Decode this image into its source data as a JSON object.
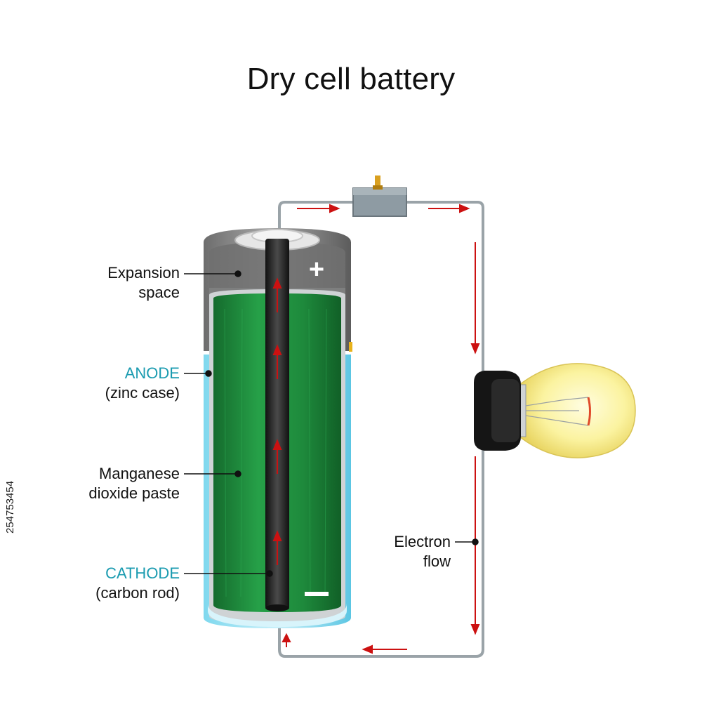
{
  "title": "Dry cell battery",
  "labels": {
    "expansion": {
      "line1": "Expansion",
      "line2": "space"
    },
    "anode": {
      "name": "ANODE",
      "detail": "(zinc case)"
    },
    "paste": {
      "line1": "Manganese",
      "line2": "dioxide paste"
    },
    "cathode": {
      "name": "CATHODE",
      "detail": "(carbon rod)"
    },
    "electron": {
      "line1": "Electron",
      "line2": "flow"
    }
  },
  "terminals": {
    "positive": "+",
    "negative": "—"
  },
  "side_id": "254753454",
  "colors": {
    "accent": "#1a9bb0",
    "paste": "#1f8a3c",
    "rod": "#2a2a2a",
    "arrow": "#cc1111",
    "wire": "#9aa3a8",
    "bulb": "#fbf3a0"
  },
  "icons": [
    "switch-icon",
    "light-bulb-icon",
    "battery-icon"
  ]
}
